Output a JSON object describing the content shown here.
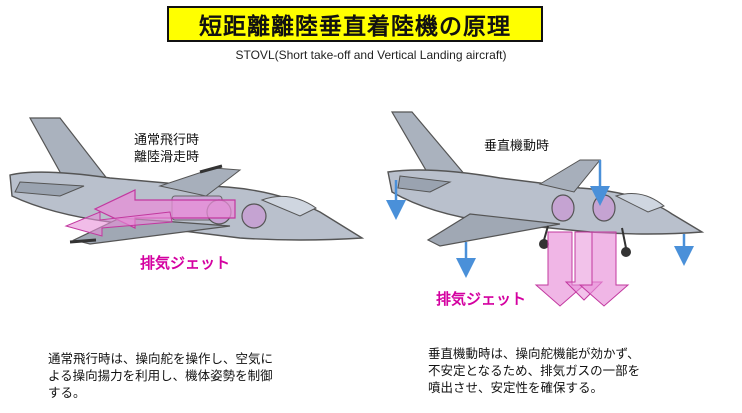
{
  "title": "短距離離陸垂直着陸機の原理",
  "subtitle": "STOVL(Short take-off and Vertical Landing aircraft)",
  "left": {
    "mode_label_line1": "通常飛行時",
    "mode_label_line2": "離陸滑走時",
    "exhaust_label": "排気ジェット",
    "description_line1": "通常飛行時は、操向舵を操作し、空気に",
    "description_line2": "よる操向揚力を利用し、機体姿勢を制御",
    "description_line3": "する。"
  },
  "right": {
    "mode_label": "垂直機動時",
    "exhaust_label": "排気ジェット",
    "description_line1": "垂直機動時は、操向舵機能が効かず、",
    "description_line2": "不安定となるため、排気ガスの一部を",
    "description_line3": "噴出させ、安定性を確保する。"
  },
  "colors": {
    "title_bg": "#ffff00",
    "exhaust": "#d400a0",
    "jet_pink": "#e88fd8",
    "aircraft": "#b9c0cc",
    "control_jet": "#4a90d9"
  }
}
